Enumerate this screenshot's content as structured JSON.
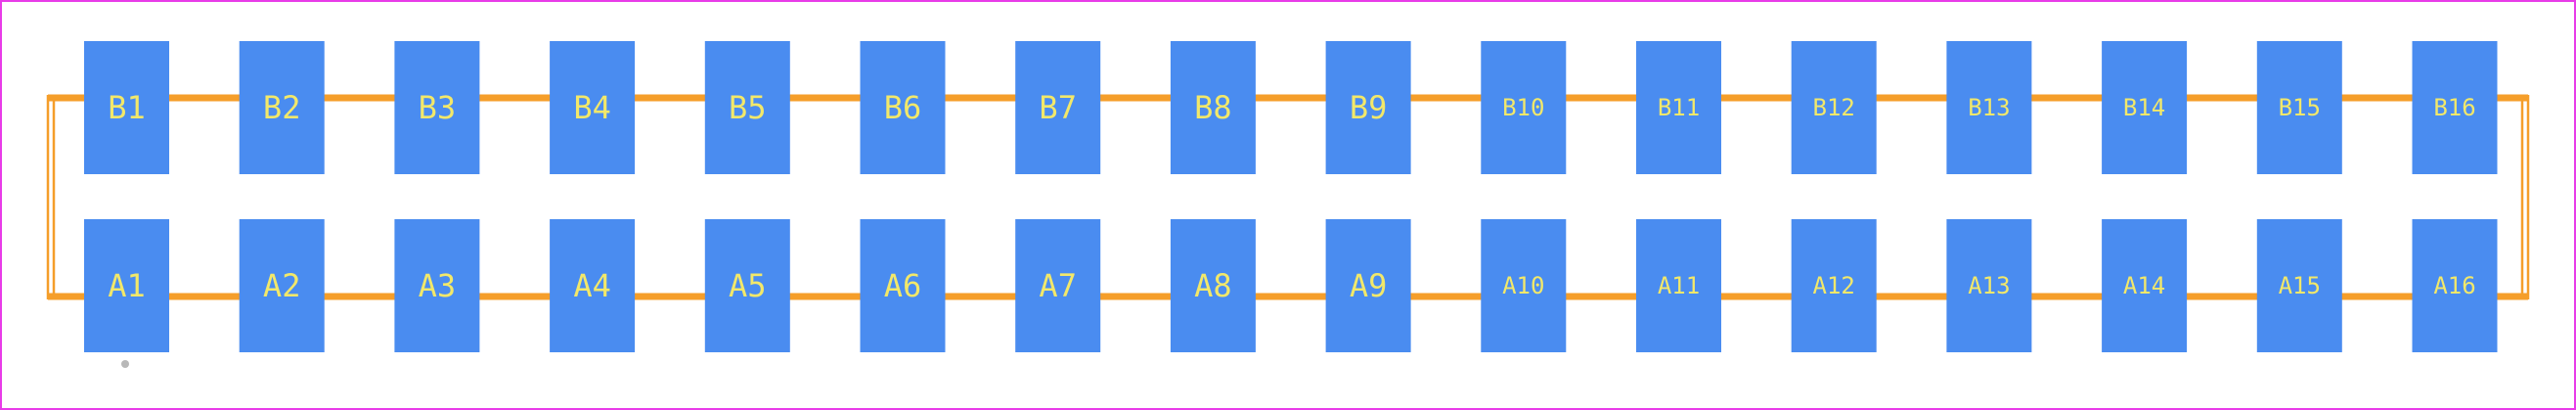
{
  "footprint": {
    "rows": [
      {
        "name": "B",
        "pads": [
          "B1",
          "B2",
          "B3",
          "B4",
          "B5",
          "B6",
          "B7",
          "B8",
          "B9",
          "B10",
          "B11",
          "B12",
          "B13",
          "B14",
          "B15",
          "B16"
        ]
      },
      {
        "name": "A",
        "pads": [
          "A1",
          "A2",
          "A3",
          "A4",
          "A5",
          "A6",
          "A7",
          "A8",
          "A9",
          "A10",
          "A11",
          "A12",
          "A13",
          "A14",
          "A15",
          "A16"
        ]
      }
    ]
  },
  "colors": {
    "border": "#e83ce8",
    "outline": "#f59e2a",
    "pad": "#4a8cf0",
    "label": "#f2e86a",
    "pin1_marker": "#b8b8b8",
    "background": "#ffffff"
  }
}
